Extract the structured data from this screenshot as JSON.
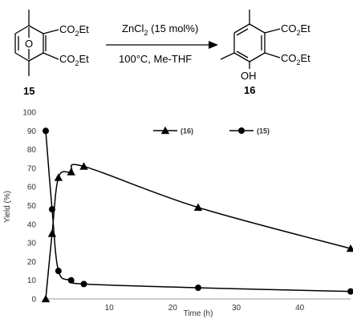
{
  "scheme": {
    "reactant": {
      "label": "15",
      "atom": "O",
      "groups": [
        "CO",
        "2",
        "Et",
        "CO",
        "2",
        "Et"
      ]
    },
    "conditions": {
      "catalyst": "ZnCl",
      "catalyst_sub": "2",
      "loading": " (15 mol%)",
      "temperature_solvent": "100°C, Me-THF"
    },
    "product": {
      "label": "16",
      "hydroxyl": "OH",
      "groups": [
        "CO",
        "2",
        "Et",
        "CO",
        "2",
        "Et"
      ]
    }
  },
  "chart_data": {
    "type": "line",
    "xlabel": "Time (h)",
    "ylabel": "Yield (%)",
    "xlim": [
      0,
      48
    ],
    "ylim": [
      0,
      100
    ],
    "xticks": [
      "10",
      "20",
      "30",
      "40"
    ],
    "xtick_values": [
      10,
      20,
      30,
      40
    ],
    "yticks": [
      "0",
      "10",
      "20",
      "30",
      "40",
      "50",
      "60",
      "70",
      "80",
      "90",
      "100"
    ],
    "ytick_values": [
      0,
      10,
      20,
      30,
      40,
      50,
      60,
      70,
      80,
      90,
      100
    ],
    "grid": false,
    "legend_position": "top",
    "series": [
      {
        "name": "(16)",
        "marker": "triangle",
        "color": "#000000",
        "x": [
          0,
          1,
          2,
          4,
          6,
          24,
          48
        ],
        "y": [
          0,
          35,
          65,
          68,
          71,
          49,
          27
        ]
      },
      {
        "name": "(15)",
        "marker": "circle",
        "color": "#000000",
        "x": [
          0,
          1,
          2,
          4,
          6,
          24,
          48
        ],
        "y": [
          90,
          48,
          15,
          10,
          8,
          6,
          4
        ]
      }
    ]
  }
}
